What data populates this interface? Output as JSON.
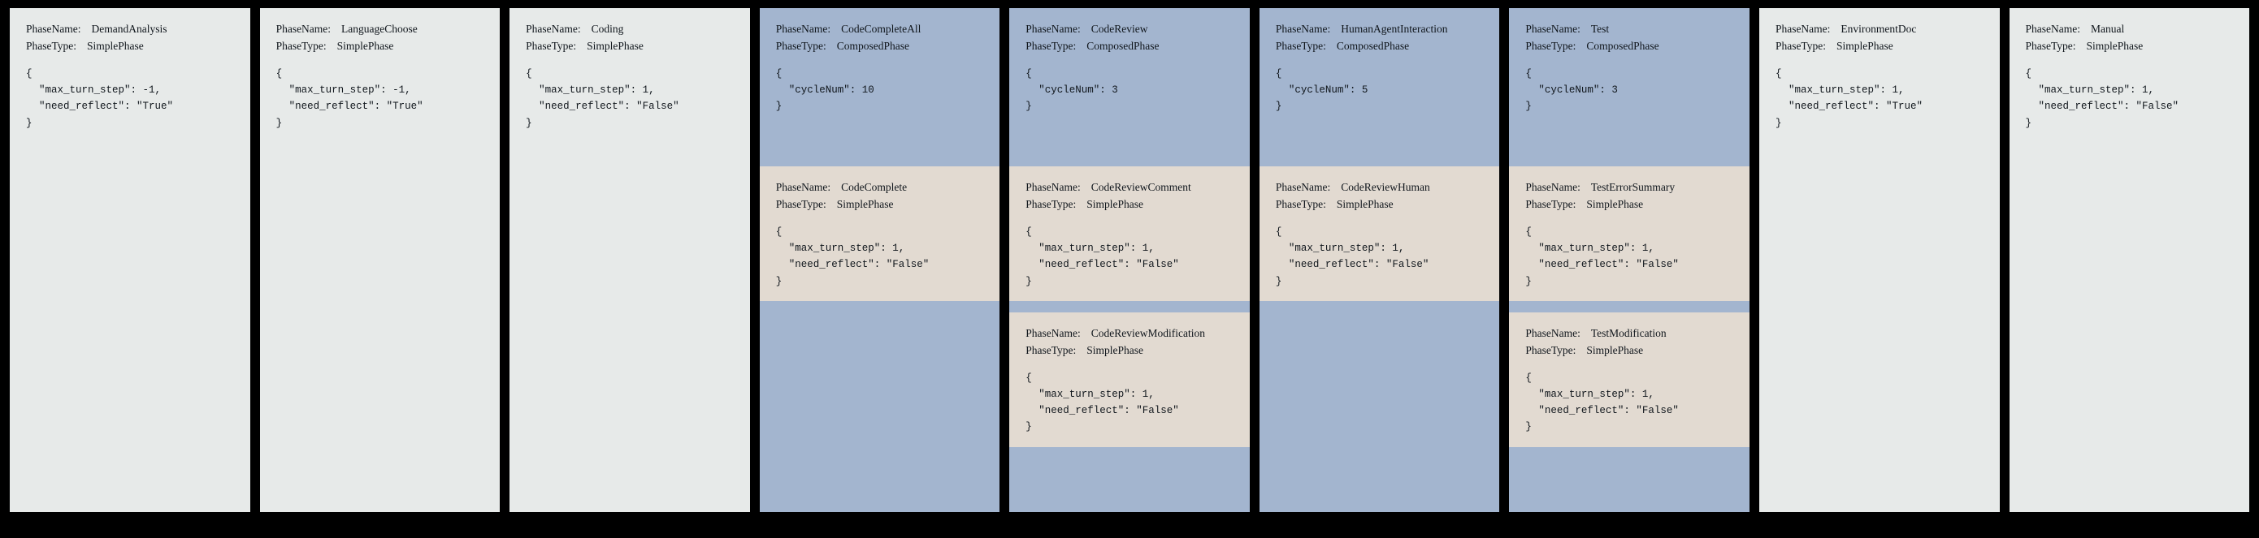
{
  "meta": {
    "labels": {
      "phase_name": "PhaseName:",
      "phase_type": "PhaseType:"
    },
    "colors": {
      "background": "#000000",
      "simple_panel": "#e7eae9",
      "composed_header": "#a3b5cf",
      "sub_phase": "#e2dad1",
      "text": "#10161c"
    },
    "brace_open": "{",
    "brace_close": "}"
  },
  "panels": [
    {
      "kind": "simple",
      "header": {
        "phase_name": "DemandAnalysis",
        "phase_type": "SimplePhase",
        "json_lines": [
          "\"max_turn_step\": -1,",
          "\"need_reflect\": \"True\""
        ]
      },
      "subphases": []
    },
    {
      "kind": "simple",
      "header": {
        "phase_name": "LanguageChoose",
        "phase_type": "SimplePhase",
        "json_lines": [
          "\"max_turn_step\": -1,",
          "\"need_reflect\": \"True\""
        ]
      },
      "subphases": []
    },
    {
      "kind": "simple",
      "header": {
        "phase_name": "Coding",
        "phase_type": "SimplePhase",
        "json_lines": [
          "\"max_turn_step\": 1,",
          "\"need_reflect\": \"False\""
        ]
      },
      "subphases": []
    },
    {
      "kind": "composed",
      "header": {
        "phase_name": "CodeCompleteAll",
        "phase_type": "ComposedPhase",
        "json_lines": [
          "\"cycleNum\": 10"
        ]
      },
      "subphases": [
        {
          "phase_name": "CodeComplete",
          "phase_type": "SimplePhase",
          "json_lines": [
            "\"max_turn_step\": 1,",
            "\"need_reflect\": \"False\""
          ]
        }
      ]
    },
    {
      "kind": "composed",
      "header": {
        "phase_name": "CodeReview",
        "phase_type": "ComposedPhase",
        "json_lines": [
          "\"cycleNum\": 3"
        ]
      },
      "subphases": [
        {
          "phase_name": "CodeReviewComment",
          "phase_type": "SimplePhase",
          "json_lines": [
            "\"max_turn_step\": 1,",
            "\"need_reflect\": \"False\""
          ]
        },
        {
          "phase_name": "CodeReviewModification",
          "phase_type": "SimplePhase",
          "json_lines": [
            "\"max_turn_step\": 1,",
            "\"need_reflect\": \"False\""
          ]
        }
      ]
    },
    {
      "kind": "composed",
      "header": {
        "phase_name": "HumanAgentInteraction",
        "phase_type": "ComposedPhase",
        "json_lines": [
          "\"cycleNum\": 5"
        ]
      },
      "subphases": [
        {
          "phase_name": "CodeReviewHuman",
          "phase_type": "SimplePhase",
          "json_lines": [
            "\"max_turn_step\": 1,",
            "\"need_reflect\": \"False\""
          ]
        }
      ]
    },
    {
      "kind": "composed",
      "header": {
        "phase_name": "Test",
        "phase_type": "ComposedPhase",
        "json_lines": [
          "\"cycleNum\": 3"
        ]
      },
      "subphases": [
        {
          "phase_name": "TestErrorSummary",
          "phase_type": "SimplePhase",
          "json_lines": [
            "\"max_turn_step\": 1,",
            "\"need_reflect\": \"False\""
          ]
        },
        {
          "phase_name": "TestModification",
          "phase_type": "SimplePhase",
          "json_lines": [
            "\"max_turn_step\": 1,",
            "\"need_reflect\": \"False\""
          ]
        }
      ]
    },
    {
      "kind": "simple",
      "header": {
        "phase_name": "EnvironmentDoc",
        "phase_type": "SimplePhase",
        "json_lines": [
          "\"max_turn_step\": 1,",
          "\"need_reflect\": \"True\""
        ]
      },
      "subphases": []
    },
    {
      "kind": "simple",
      "header": {
        "phase_name": "Manual",
        "phase_type": "SimplePhase",
        "json_lines": [
          "\"max_turn_step\": 1,",
          "\"need_reflect\": \"False\""
        ]
      },
      "subphases": []
    }
  ]
}
